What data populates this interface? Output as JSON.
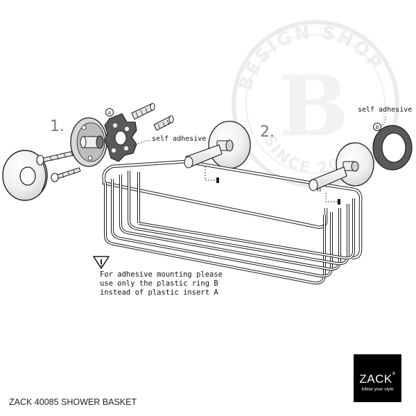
{
  "watermark": {
    "arc_text": "BESIGN SHOP",
    "letter": "B",
    "since_text": "SINCE 2003"
  },
  "steps": {
    "step1": "1.",
    "step2": "2."
  },
  "labels": {
    "insert_marker": "A",
    "ring_marker": "B",
    "self_adhesive_left": "self adhesive",
    "self_adhesive_right": "self adhesive"
  },
  "warning_note": {
    "line1": "For adhesive mounting please",
    "line2": "use only the plastic ring  B",
    "line3": "instead of plastic insert  A"
  },
  "caption": "ZACK 40085 SHOWER BASKET",
  "logo": {
    "wordmark": "ZACK",
    "registered": "®",
    "tagline": "follow your style"
  },
  "colors": {
    "line": "#1a1a1a",
    "insert_fill": "#5a5a5a",
    "metal_light": "#f2f2f2",
    "metal_mid": "#cfcfcf",
    "watermark": "#e6e6e6",
    "logo_bg": "#000000",
    "logo_accent": "#ffffff"
  }
}
